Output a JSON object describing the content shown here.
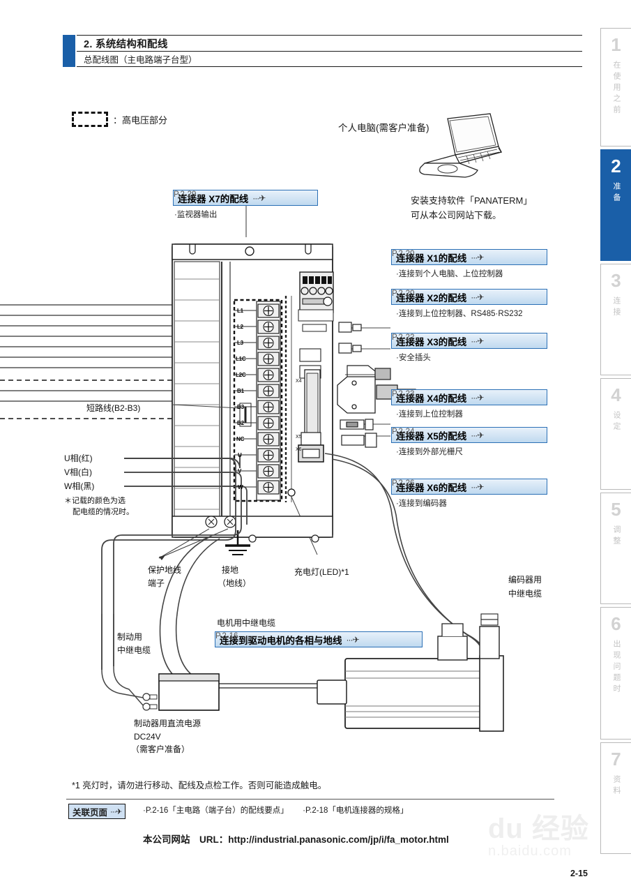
{
  "header": {
    "section_number_title": "2. 系统结构和配线",
    "subtitle": "总配线图（主电路端子台型）"
  },
  "legend": {
    "icon": "dashed-rectangle-icon",
    "text": "：高电压部分"
  },
  "pc": {
    "label": "个人电脑(需客户准备)",
    "note_line1": "安装支持软件「PANATERM」",
    "note_line2": "可从本公司网站下载。",
    "icon": "laptop-icon"
  },
  "callouts": [
    {
      "id": "x7",
      "title": "连接器 X7的配线",
      "arrow": "···✈",
      "page": "P.2-29",
      "desc": "·监视器输出"
    },
    {
      "id": "x1",
      "title": "连接器 X1的配线",
      "arrow": "···✈",
      "page": "P.2-20",
      "desc": "·连接到个人电脑、上位控制器"
    },
    {
      "id": "x2",
      "title": "连接器 X2的配线",
      "arrow": "···✈",
      "page": "P.2-20",
      "desc": "·连接到上位控制器、RS485·RS232"
    },
    {
      "id": "x3",
      "title": "连接器 X3的配线",
      "arrow": "···✈",
      "page": "P.2-22",
      "desc": "·安全插头"
    },
    {
      "id": "x4",
      "title": "连接器 X4的配线",
      "arrow": "···✈",
      "page": "P.2-23",
      "desc": "·连接到上位控制器"
    },
    {
      "id": "x5",
      "title": "连接器 X5的配线",
      "arrow": "···✈",
      "page": "P.2-24",
      "desc": "·连接到外部光栅尺"
    },
    {
      "id": "x6",
      "title": "连接器 X6的配线",
      "arrow": "···✈",
      "page": "P.2-26",
      "desc": "·连接到编码器"
    },
    {
      "id": "motor",
      "title": "连接到驱动电机的各相与地线",
      "arrow": "···✈",
      "page": "P.2-16",
      "desc": ""
    }
  ],
  "terminals": [
    "L1",
    "L2",
    "L3",
    "L1C",
    "L2C",
    "B1",
    "B3",
    "B2",
    "NC",
    "U",
    "V",
    "W"
  ],
  "labels": {
    "short_bar": "短路线(B2-B3)",
    "phase_u": "U相(红)",
    "phase_v": "V相(白)",
    "phase_w": "W相(黑)",
    "color_note_1": "＊记载的颜色为选",
    "color_note_2": "配电缆的情况时。",
    "pe_terminal_1": "保护地线",
    "pe_terminal_2": "端子",
    "ground_1": "接地",
    "ground_2": "（地线）",
    "charge_lamp": "充电灯(LED)*1",
    "motor_cable": "电机用中继电缆",
    "brake_cable_1": "制动用",
    "brake_cable_2": "中继电缆",
    "encoder_cable_1": "编码器用",
    "encoder_cable_2": "中继电缆",
    "brake_psu_1": "制动器用直流电源",
    "brake_psu_2": "DC24V",
    "brake_psu_3": "（需客户准备）"
  },
  "footer": {
    "note": "*1 亮灯时，请勿进行移动、配线及点检工作。否则可能造成触电。",
    "related_label": "关联页面",
    "related_arrow": "···✈",
    "related_link_1": "·P.2-16「主电路（端子台）的配线要点」",
    "related_link_2": "·P.2-18「电机连接器的规格」",
    "site_label": "本公司网站　URL：",
    "site_url": "http://industrial.panasonic.com/jp/i/fa_motor.html",
    "page_number": "2-15"
  },
  "tabs": [
    {
      "num": "1",
      "caption": "在使用之前",
      "active": false
    },
    {
      "num": "2",
      "caption": "准备",
      "active": true
    },
    {
      "num": "3",
      "caption": "连接",
      "active": false
    },
    {
      "num": "4",
      "caption": "设定",
      "active": false
    },
    {
      "num": "5",
      "caption": "调整",
      "active": false
    },
    {
      "num": "6",
      "caption": "出现问题时",
      "active": false
    },
    {
      "num": "7",
      "caption": "资料",
      "active": false
    }
  ],
  "watermark": {
    "line1": "du 经验",
    "line2": "n.baidu.com"
  },
  "colors": {
    "accent_blue": "#1a5fa8",
    "callout_border": "#2a6fb5",
    "callout_fill": "#cfe0f2",
    "tab_inactive": "#d2d2d2"
  }
}
